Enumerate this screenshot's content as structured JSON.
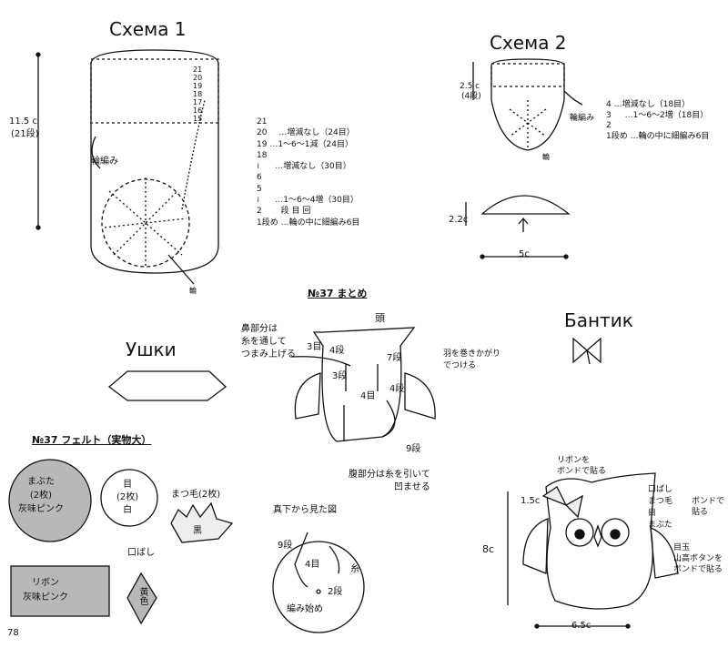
{
  "schema1": {
    "title": "Схема 1",
    "height_label": "11.5 c",
    "rows_label": "(21段)",
    "round_label": "輪編み",
    "ring_label": "輪",
    "row_marks": [
      "21",
      "20",
      "19",
      "18",
      "17",
      "16",
      "15"
    ],
    "legend": [
      {
        "rows": "21",
        "note": ""
      },
      {
        "rows": "20",
        "note": "…増減なし（24目）"
      },
      {
        "rows": "19",
        "note": "…1～6～1減（24目）"
      },
      {
        "rows": "18",
        "note": ""
      },
      {
        "rows": "≀",
        "note": "…増減なし（30目）"
      },
      {
        "rows": "6",
        "note": ""
      },
      {
        "rows": "5",
        "note": ""
      },
      {
        "rows": "≀",
        "note": "…1～6～4増（30目）"
      },
      {
        "rows": "2",
        "note": "段 目 回"
      },
      {
        "rows": "1段め",
        "note": "…輪の中に細編み6目"
      }
    ]
  },
  "schema2": {
    "title": "Схема 2",
    "height_label": "2.5 c",
    "rows_label": "(4段)",
    "round_label": "輪編み",
    "ring_label": "輪",
    "legend": [
      {
        "rows": "4",
        "note": "…増減なし（18目）"
      },
      {
        "rows": "3",
        "note": "…1～6～2増（18目）"
      },
      {
        "rows": "2",
        "note": ""
      },
      {
        "rows": "1段め",
        "note": "…輪の中に細編み6目"
      }
    ],
    "half_height": "2.2c",
    "half_width": "5c"
  },
  "ushki": {
    "title": "Ушки"
  },
  "bantik": {
    "title": "Бантик"
  },
  "assembly": {
    "title": "№37 まとめ",
    "head": "頭",
    "nose_note": [
      "鼻部分は",
      "糸を通して",
      "つまみ上げる"
    ],
    "wing_note": [
      "羽を巻きかがり",
      "でつける"
    ],
    "labels": {
      "three_st": "3目",
      "four_row": "4段",
      "seven_row": "7段",
      "three_row": "3段",
      "four_st": "4目",
      "four_row2": "4段",
      "nine_row": "9段"
    },
    "belly_note": [
      "腹部分は糸を引いて",
      "凹ませる"
    ]
  },
  "felt": {
    "title": "№37 フェルト（実物大）",
    "eyelid": [
      "まぶた",
      "(2枚)",
      "灰味ピンク"
    ],
    "eye": [
      "目",
      "(2枚)",
      "白"
    ],
    "lashes_label": "まつ毛(2枚)",
    "lashes_color": "黒",
    "beak_label": "口ばし",
    "beak_color": "黄色",
    "ribbon": [
      "リボン",
      "灰味ピンク"
    ]
  },
  "bottom_view": {
    "title": "真下から見た図",
    "nine_row": "9段",
    "four_st": "4目",
    "yarn": "糸",
    "two_row": "2段",
    "start": "編み始め"
  },
  "finished": {
    "ribbon_note": [
      "リボンを",
      "ボンドで貼る"
    ],
    "ribbon_size": "1.5c",
    "parts": [
      "口ばし",
      "まつ毛",
      "目",
      "まぶた"
    ],
    "glue_note": [
      "ボンドで",
      "貼る"
    ],
    "eyeball_note": [
      "目玉",
      "山高ボタンを",
      "ボンドで貼る"
    ],
    "height": "8c",
    "width": "6.5c"
  },
  "page_number": "78",
  "colors": {
    "ink": "#111111",
    "felt_gray": "#9a9a9a"
  }
}
